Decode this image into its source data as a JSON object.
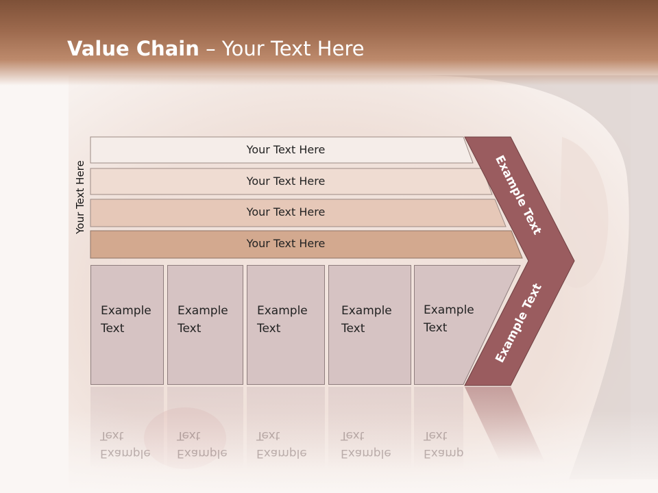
{
  "title": {
    "bold": "Value Chain",
    "rest": " – Your Text Here"
  },
  "side_label": "Your Text Here",
  "bars": [
    "Your Text Here",
    "Your Text Here",
    "Your Text Here",
    "Your Text Here"
  ],
  "boxes": [
    {
      "line1": "Example",
      "line2": "Text"
    },
    {
      "line1": "Example",
      "line2": "Text"
    },
    {
      "line1": "Example",
      "line2": "Text"
    },
    {
      "line1": "Example",
      "line2": "Text"
    },
    {
      "line1": "Example",
      "line2": "Text"
    }
  ],
  "chevron": {
    "upper": "Example Text",
    "lower": "Example Text"
  },
  "colors": {
    "header": "#9c694d",
    "bar1": "#f5ede9",
    "bar2": "#efdcd2",
    "bar3": "#e6c8b8",
    "bar4": "#d3a98f",
    "box": "#d6c3c3",
    "chevron": "#9a5c5f"
  }
}
